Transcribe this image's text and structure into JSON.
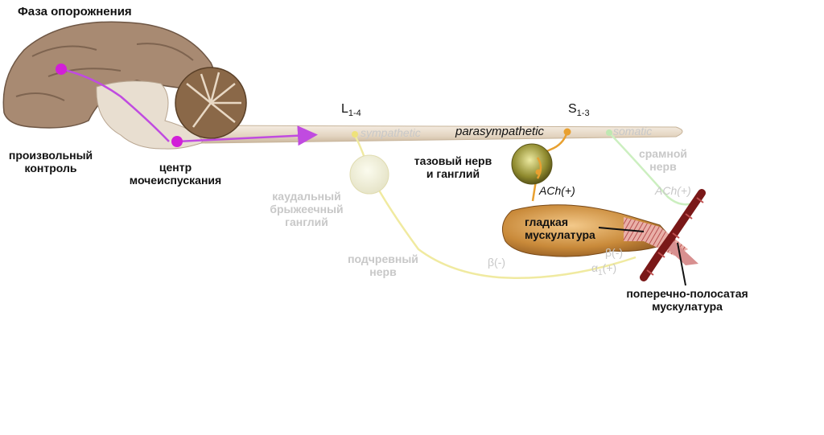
{
  "title": "Фаза опорожнения",
  "labels": {
    "voluntary_control": "произвольный\nконтроль",
    "micturition_center": "центр\nмочеиспускания",
    "pelvic_nerve": "тазовый нерв\nи ганглий",
    "caudal_ganglion": "каудальный\nбрыжеечный\nганглий",
    "hypogastric_nerve": "подчревный\nнерв",
    "pudendal_nerve": "срамной\nнерв",
    "smooth_muscle": "гладкая\nмускулатура",
    "striated_muscle": "поперечно-полосатая\nмускулатура"
  },
  "spinal": {
    "level_lumbar": "L",
    "level_lumbar_sub": "1-4",
    "level_sacral": "S",
    "level_sacral_sub": "1-3",
    "sympathetic": "sympathetic",
    "parasympathetic": "parasympathetic",
    "somatic": "somatic"
  },
  "receptors": {
    "ach_parasym": "ACh(+)",
    "ach_somatic": "ACh(+)",
    "beta_hypogastric": "β(-)",
    "beta_bladder": "β(-)",
    "alpha_bladder": "α",
    "alpha_sub": "1",
    "alpha_sign": "(+)"
  },
  "colors": {
    "brain": "#a88a72",
    "cerebellum": "#8a6848",
    "brainstem": "#e8ded0",
    "spinal_cord": "#e9dccb",
    "pathway": "#c04be0",
    "pathway_node": "#d21fd8",
    "sympathetic": "#f0eaa0",
    "parasympathetic": "#e8a030",
    "somatic": "#ccefc0",
    "bladder": "#c98a3a",
    "striated": "#8c2020",
    "faded_text": "#c8c8c8"
  }
}
